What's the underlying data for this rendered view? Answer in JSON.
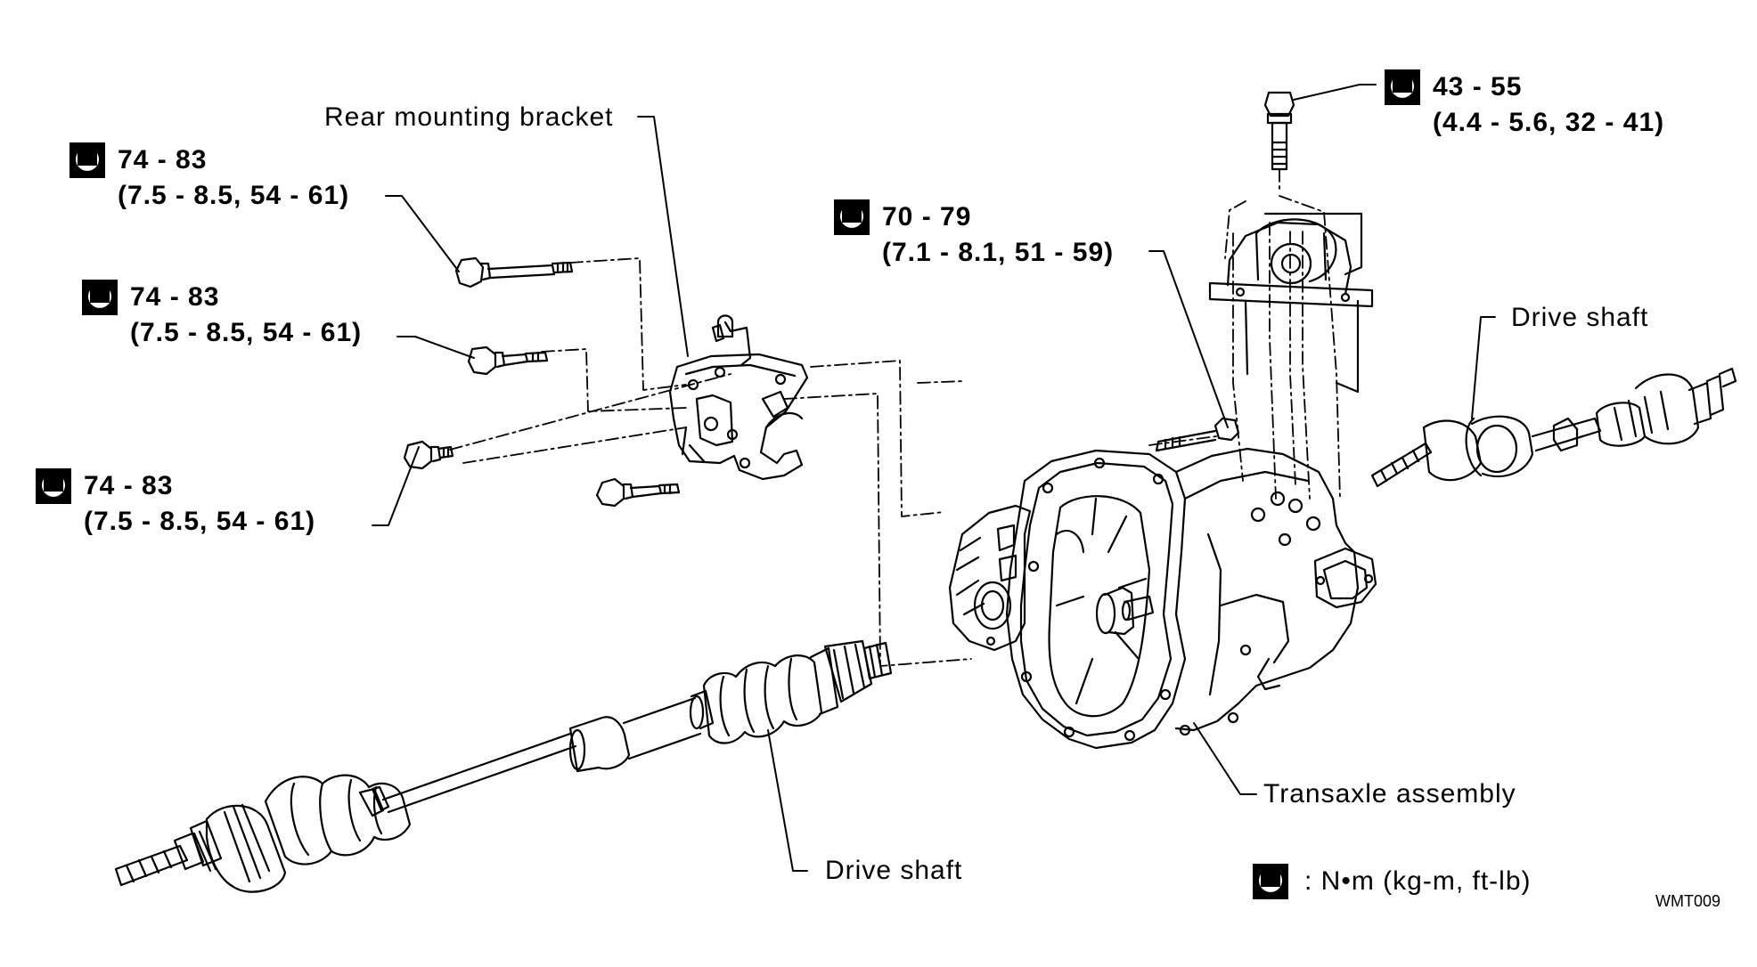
{
  "labels": {
    "rear_mounting_bracket": "Rear mounting bracket",
    "drive_shaft_right": "Drive shaft",
    "drive_shaft_left": "Drive shaft",
    "transaxle_assembly": "Transaxle assembly"
  },
  "torques": [
    {
      "id": "t1",
      "range": "74 - 83",
      "detail": "(7.5 - 8.5, 54 - 61)"
    },
    {
      "id": "t2",
      "range": "74 - 83",
      "detail": "(7.5 - 8.5, 54 - 61)"
    },
    {
      "id": "t3",
      "range": "74 - 83",
      "detail": "(7.5 - 8.5, 54 - 61)"
    },
    {
      "id": "t4",
      "range": "70 - 79",
      "detail": "(7.1 - 8.1, 51 - 59)"
    },
    {
      "id": "t5",
      "range": "43 - 55",
      "detail": "(4.4 - 5.6, 32 - 41)"
    }
  ],
  "legend": {
    "icon": "torque-wrench-icon",
    "text": ":  N•m  (kg-m,  ft-lb)"
  },
  "figure_code": "WMT009"
}
